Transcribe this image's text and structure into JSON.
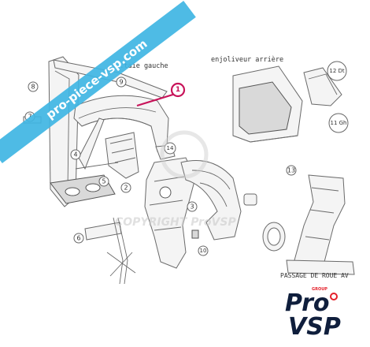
{
  "labels": {
    "left_title": "...taie gauche",
    "right_title": "enjoliveur arrière",
    "bottom_right": "PASSAGE DE ROUE AV"
  },
  "callouts": [
    "1",
    "2",
    "3",
    "4",
    "5",
    "6",
    "7",
    "8",
    "9",
    "10",
    "11 Gh",
    "12 Dt",
    "13",
    "14"
  ],
  "watermark": {
    "banner": "pro-piece-vsp.com",
    "copyright": "COPYRIGHT ProVSP"
  },
  "logo": {
    "line1": "Pro",
    "line2": "VSP",
    "group": "GROUP"
  },
  "colors": {
    "banner": "#3fb5e3",
    "highlight": "#c8145a",
    "logo_navy": "#0f1e3c",
    "logo_red": "#e4202a"
  }
}
